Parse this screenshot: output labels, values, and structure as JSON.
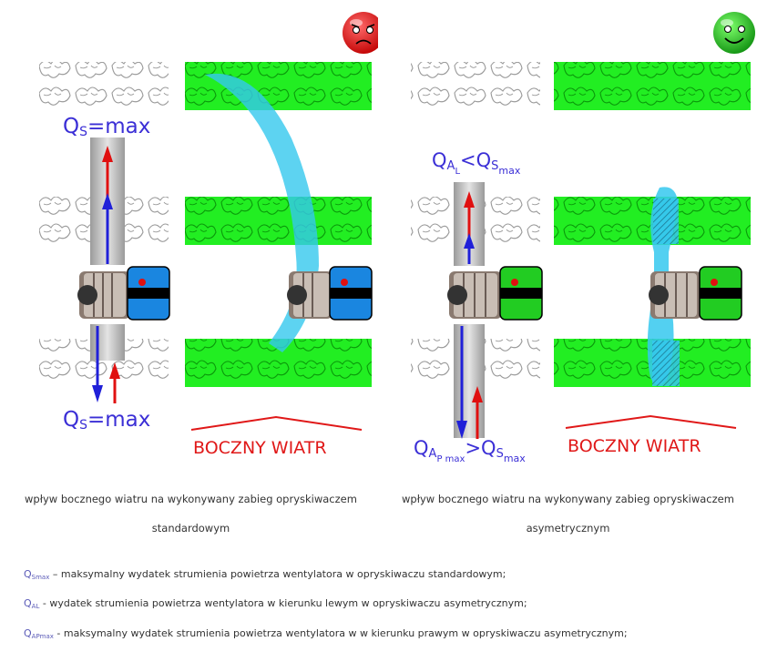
{
  "left": {
    "label_top_q": "Q",
    "label_top_sub": "S",
    "label_top_rest": "=max",
    "label_bottom_q": "Q",
    "label_bottom_sub": "S",
    "label_bottom_rest": "=max",
    "wind_label": "BOCZNY WIATR",
    "face": "sad",
    "body_color": "#1a86e0",
    "caption_line1": "wpływ bocznego wiatru na wykonywany zabieg opryskiwaczem",
    "caption_line2": "standardowym"
  },
  "right": {
    "label_top_q": "Q",
    "label_top_sub": "A",
    "label_top_sub2": "L",
    "label_top_mid": "<Q",
    "label_top_sub3": "S",
    "label_top_sub4": "max",
    "label_bottom_q": "Q",
    "label_bottom_sub": "A",
    "label_bottom_sub2": "P max",
    "label_bottom_mid": ">Q",
    "label_bottom_sub3": "S",
    "label_bottom_sub4": "max",
    "wind_label": "BOCZNY WIATR",
    "face": "happy",
    "body_color": "#22cc22",
    "caption_line1": "wpływ bocznego wiatru na wykonywany zabieg opryskiwaczem",
    "caption_line2": "asymetrycznym"
  },
  "legend": [
    {
      "symbol": "Q",
      "sub": "Smax",
      "text": " – maksymalny wydatek strumienia powietrza wentylatora w opryskiwaczu standardowym;"
    },
    {
      "symbol": "Q",
      "sub": "AL",
      "text": " - wydatek strumienia powietrza wentylatora w kierunku lewym w opryskiwaczu asymetrycznym;"
    },
    {
      "symbol": "Q",
      "sub": "APmax",
      "text": " - maksymalny wydatek strumienia powietrza wentylatora w w kierunku prawym w opryskiwaczu asymetrycznym;"
    }
  ],
  "colors": {
    "label_blue": "#3b2fd6",
    "wind_red": "#e01818",
    "foliage_green": "#22ee22",
    "spray_cyan": "#35c8ee",
    "arrow_red": "#e01010",
    "arrow_blue": "#2020d8"
  }
}
